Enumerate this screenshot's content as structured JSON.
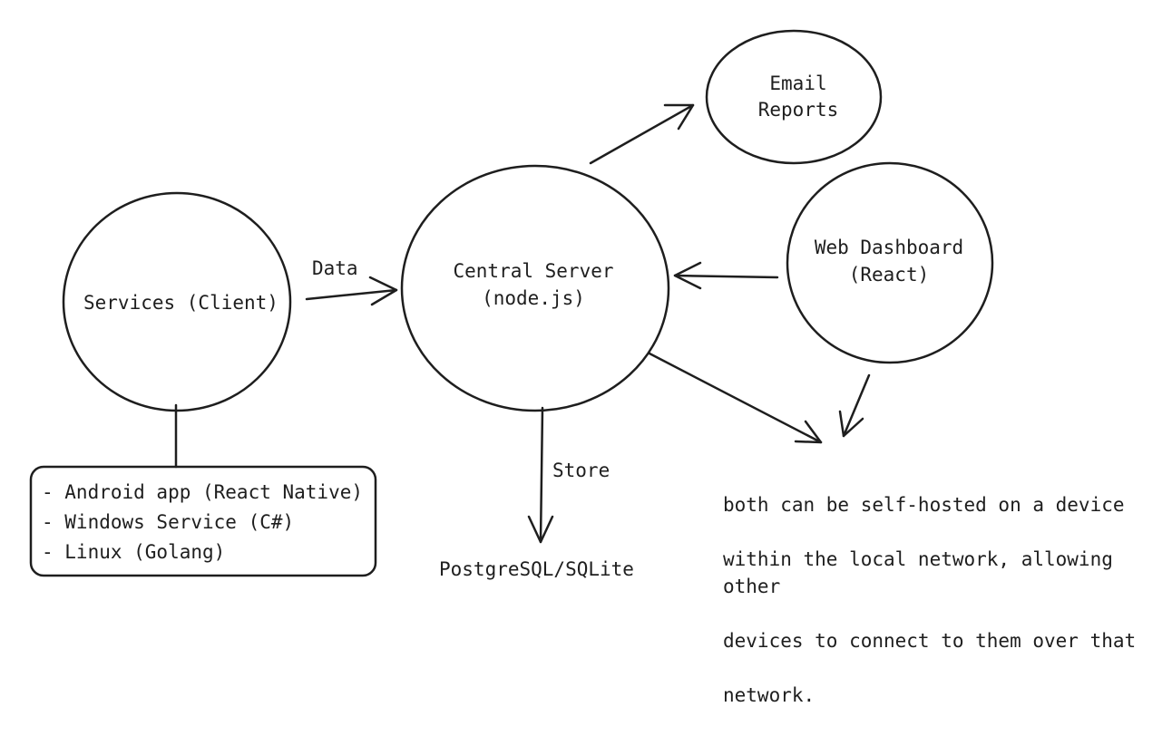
{
  "nodes": {
    "services": {
      "label": "Services (Client)"
    },
    "central_server": {
      "line1": "Central Server",
      "line2": "(node.js)"
    },
    "email_reports": {
      "line1": "Email",
      "line2": "Reports"
    },
    "web_dashboard": {
      "line1": "Web Dashboard",
      "line2": "(React)"
    }
  },
  "edges": {
    "data_label": "Data",
    "store_label": "Store"
  },
  "storage": {
    "label": "PostgreSQL/SQLite"
  },
  "clients_list": {
    "items": [
      "- Android app (React Native)",
      "- Windows Service (C#)",
      "- Linux (Golang)"
    ]
  },
  "note": {
    "lines": [
      "both can be self-hosted on a device",
      "within the local network, allowing other",
      "devices to connect to them over that",
      "network."
    ]
  },
  "colors": {
    "stroke": "#1e1e1e",
    "background": "#ffffff"
  }
}
